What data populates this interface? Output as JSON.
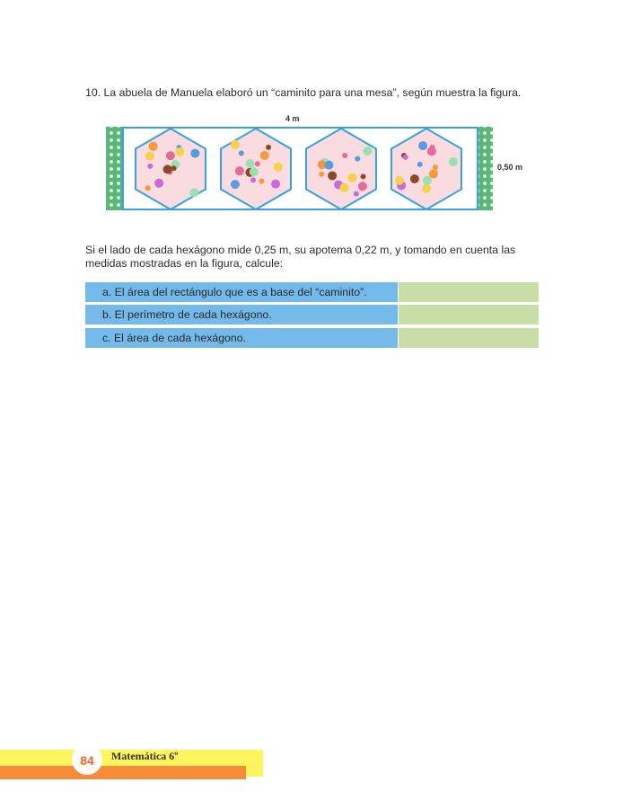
{
  "question": {
    "text": "10. La abuela de Manuela elaboró un “caminito para una mesa”, según muestra la figura."
  },
  "figure": {
    "width_label": "4 m",
    "height_label": "0,50 m",
    "hexagon_count": 4,
    "colors": {
      "frame": "#3aa0dc",
      "lace": "#3fa060",
      "fill": "#f9dbe0"
    }
  },
  "paragraph": "Si el lado de cada hexágono mide 0,25 m, su apotema 0,22 m, y tomando en cuenta las medidas mostradas en la figura, calcule:",
  "tasks": [
    {
      "label": "a. El área del rectángulo que es a base del “caminito”."
    },
    {
      "label": "b. El perímetro de cada hexágono."
    },
    {
      "label": "c. El área de cada hexágono."
    }
  ],
  "footer": {
    "page_number": "84",
    "book_title": "Matemática 6º"
  }
}
